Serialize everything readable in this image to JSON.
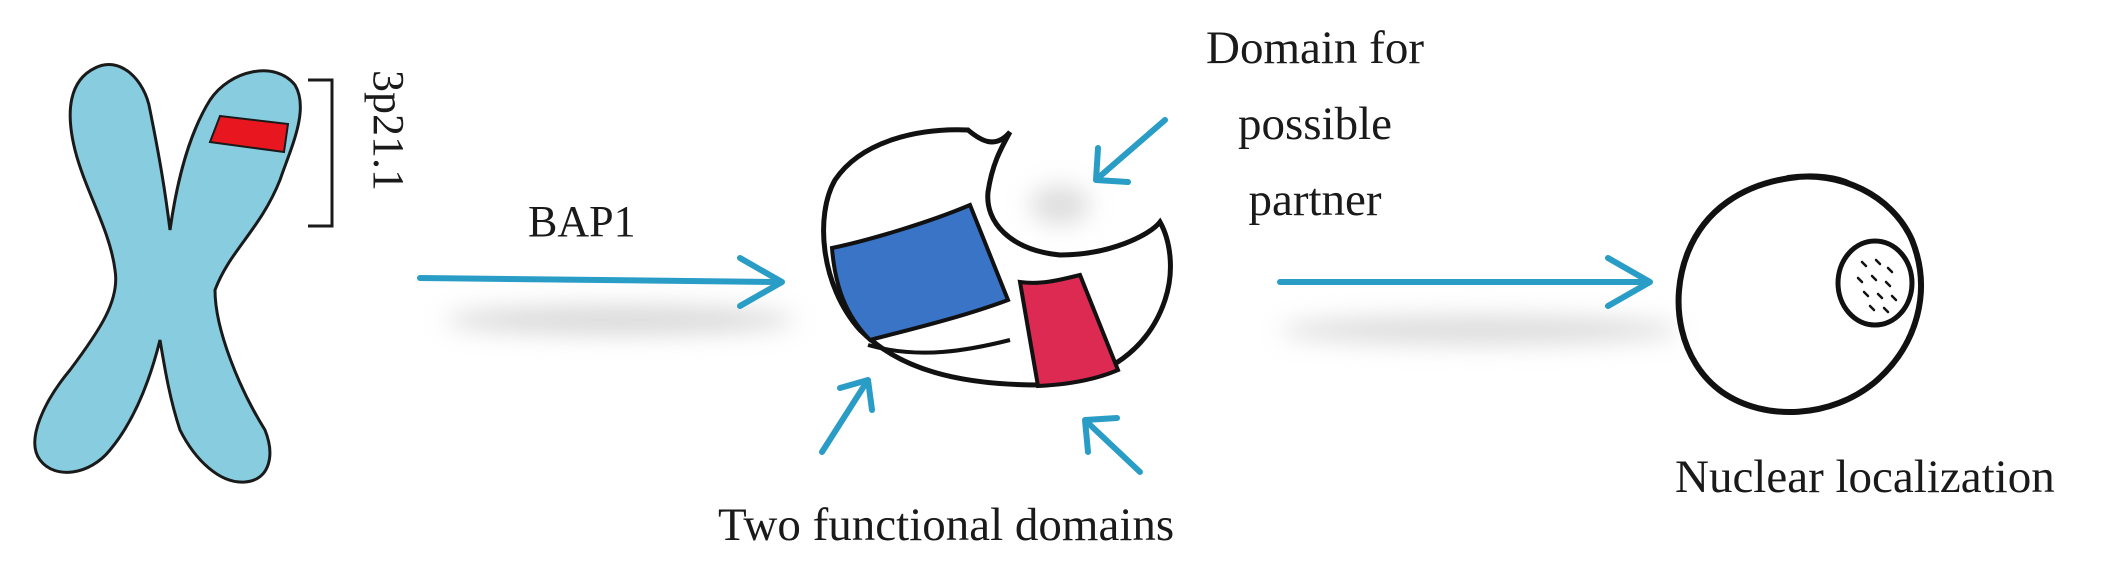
{
  "labels": {
    "locus": "3p21.1",
    "gene": "BAP1",
    "partner_domain": [
      "Domain for",
      "possible",
      "partner"
    ],
    "functional_domains": "Two functional domains",
    "nuclear": "Nuclear localization"
  },
  "colors": {
    "chromosome": "#87cddf",
    "band": "#e8161e",
    "arrow": "#2a9dc7",
    "domain_blue": "#3a74c7",
    "domain_red": "#dc2a52",
    "outline": "#111111"
  }
}
